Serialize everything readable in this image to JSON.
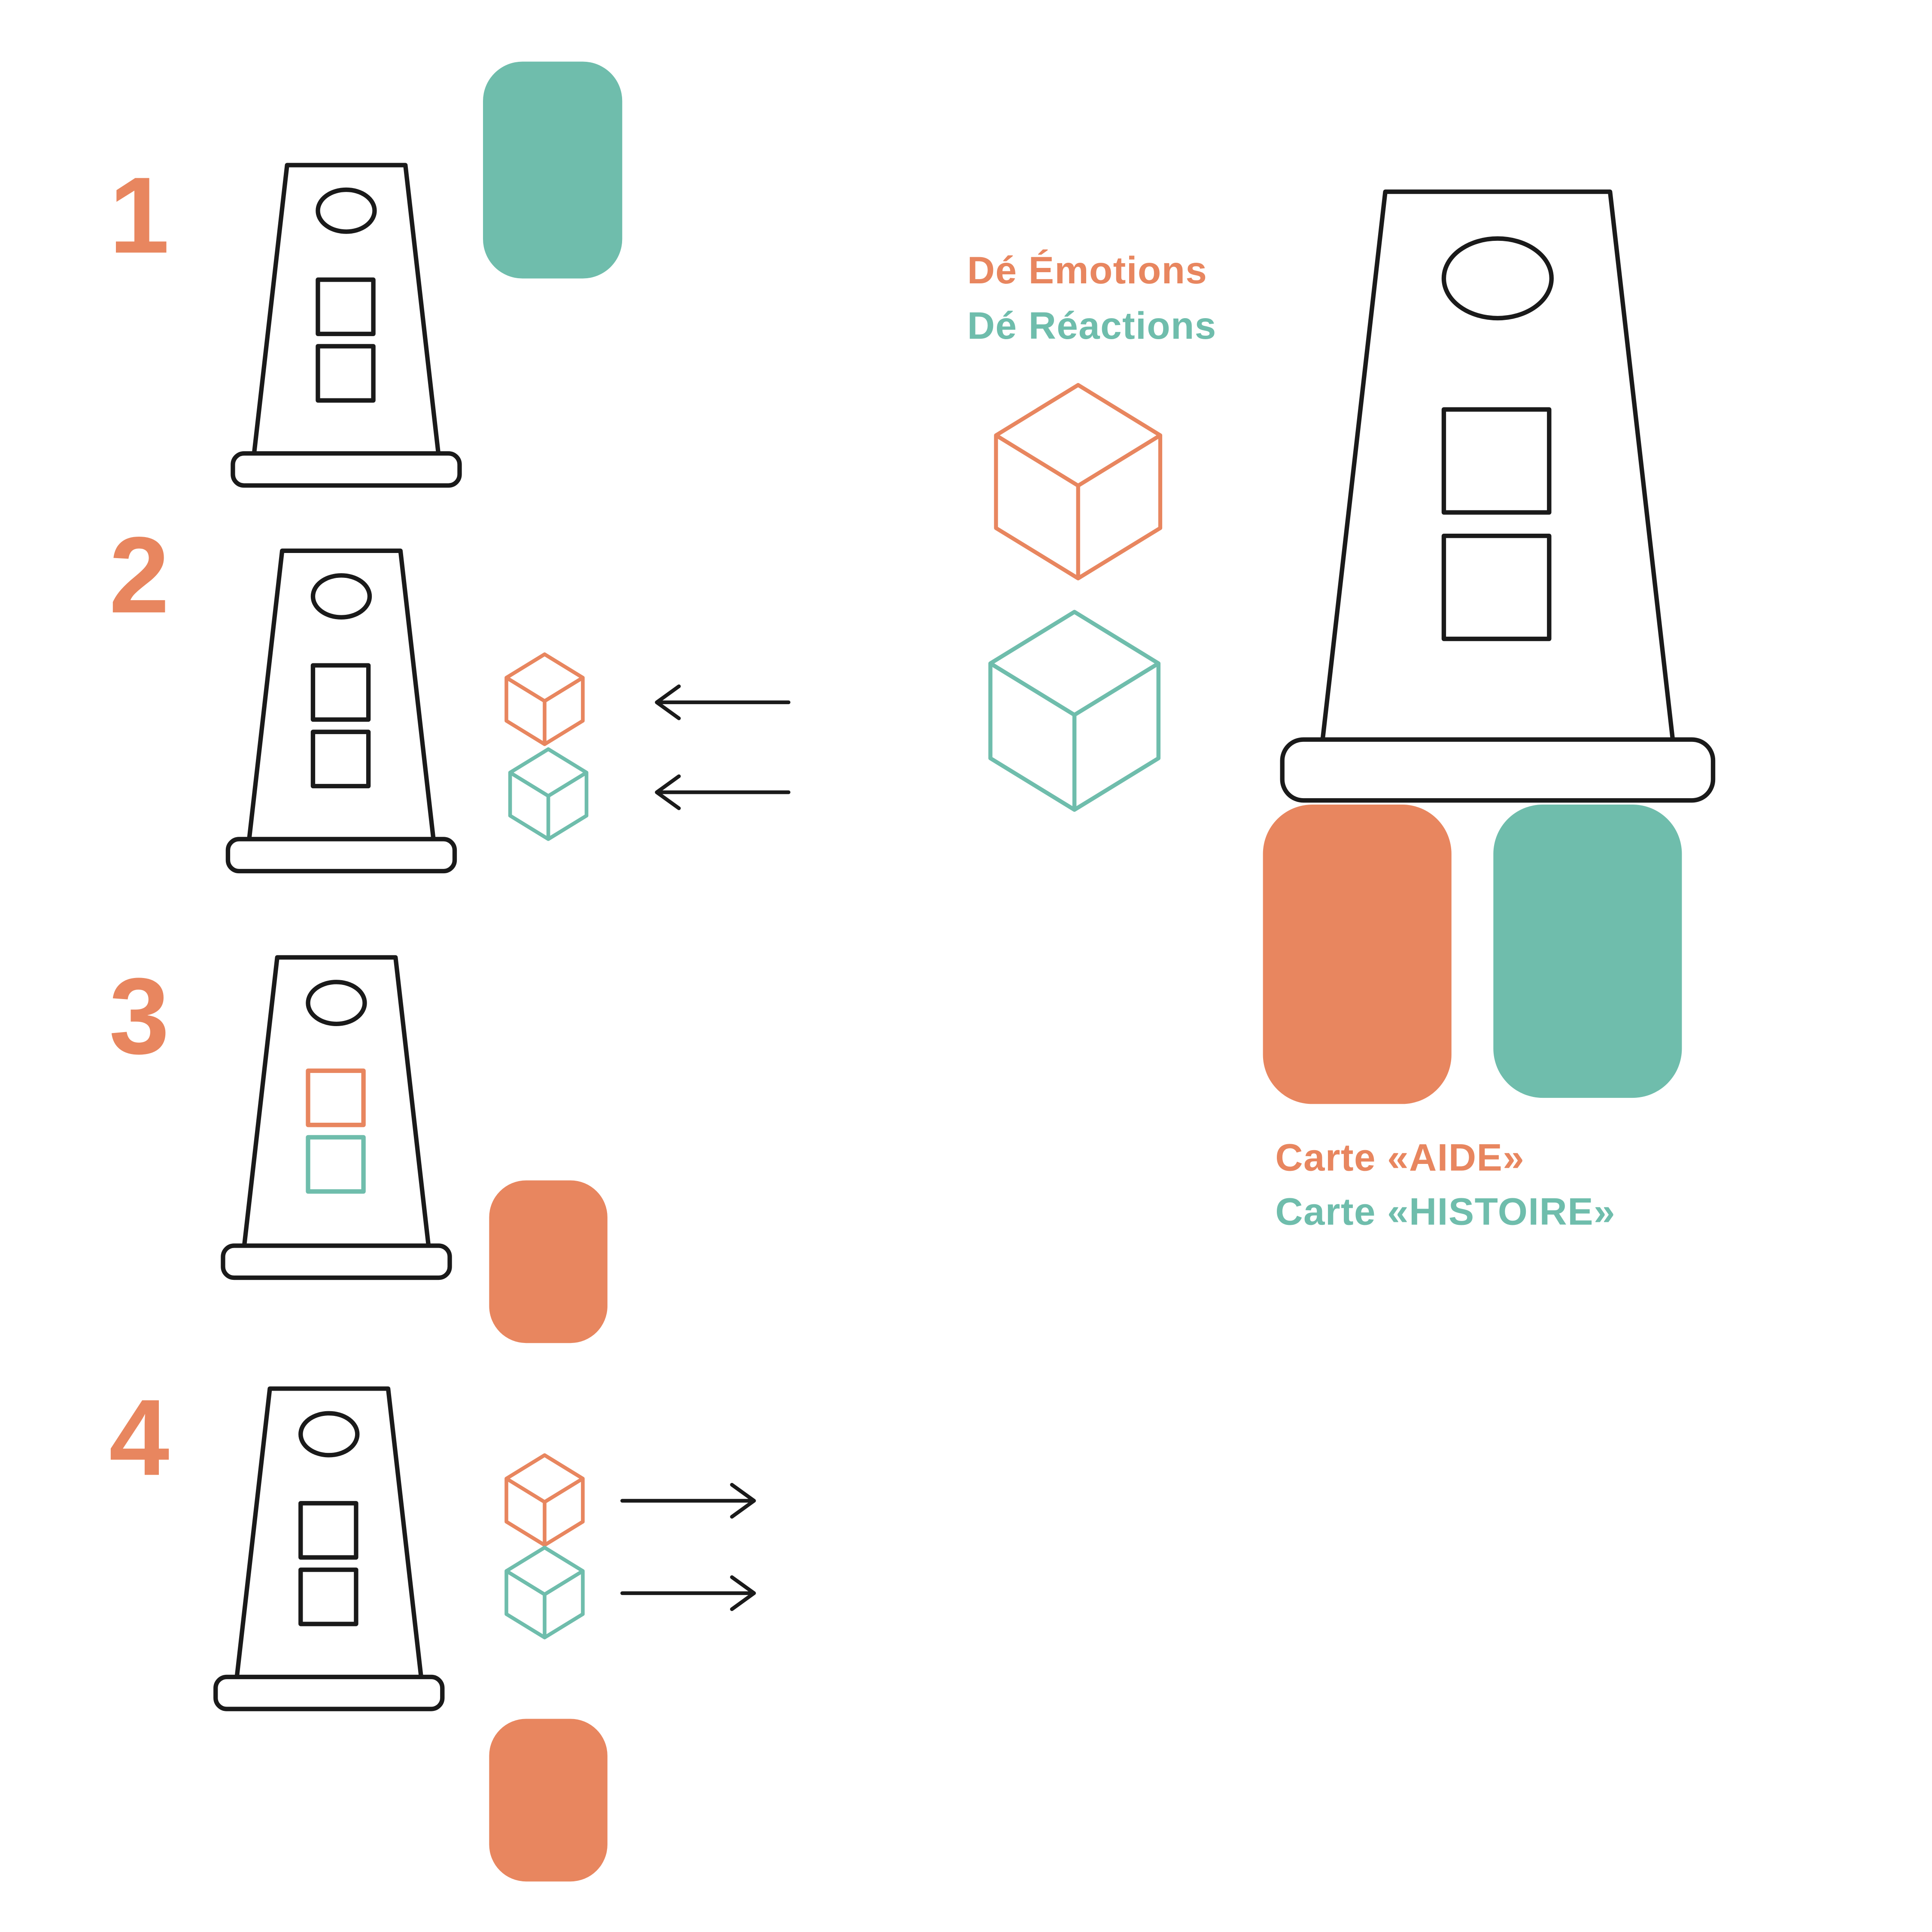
{
  "colors": {
    "coral": "#E8865F",
    "teal": "#6FBDAC",
    "ink": "#1A1A1A",
    "background": "#FFFFFF"
  },
  "steps": [
    {
      "number": "1"
    },
    {
      "number": "2"
    },
    {
      "number": "3"
    },
    {
      "number": "4"
    }
  ],
  "labels": {
    "de_emotions": "Dé Émotions",
    "de_reactions": "Dé Réactions",
    "carte_aide": "Carte «AIDE»",
    "carte_histoire": "Carte «HISTOIRE»"
  }
}
